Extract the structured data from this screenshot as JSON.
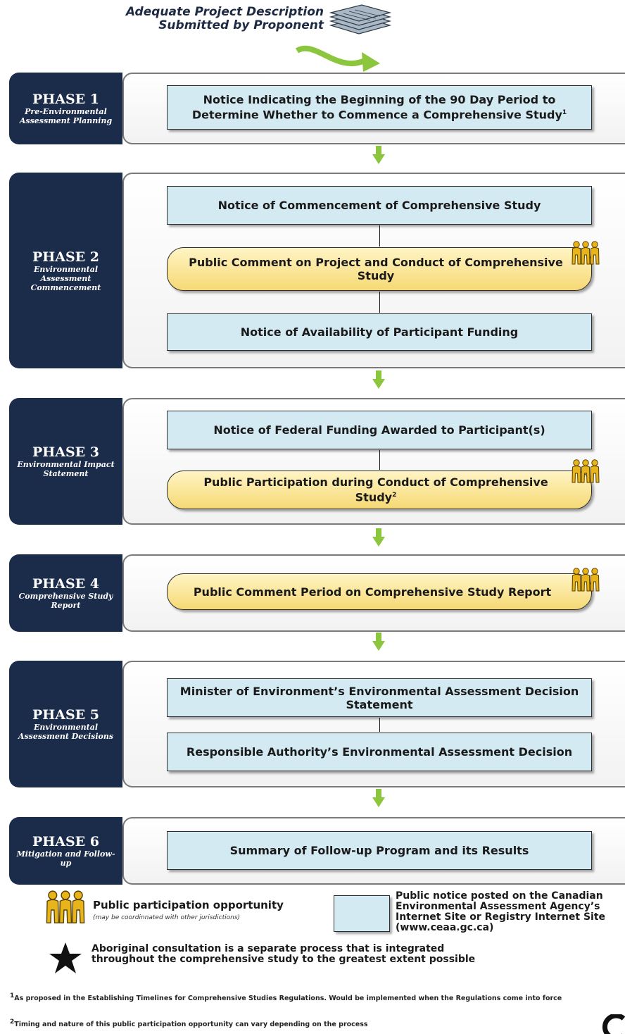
{
  "top_label": {
    "line1": "Adequate Project Description",
    "line2": "Submitted by Proponent",
    "icon": "document-stack-icon"
  },
  "phases": [
    {
      "title": "PHASE 1",
      "subtitle": "Pre-Environmental Assessment Planning"
    },
    {
      "title": "PHASE 2",
      "subtitle": "Environmental Assessment Commencement"
    },
    {
      "title": "PHASE 3",
      "subtitle": "Environmental Impact Statement"
    },
    {
      "title": "PHASE 4",
      "subtitle": "Comprehensive Study Report"
    },
    {
      "title": "PHASE 5",
      "subtitle": "Environmental Assessment Decisions"
    },
    {
      "title": "PHASE 6",
      "subtitle": "Mitigation and Follow-up"
    }
  ],
  "steps": {
    "p1_notice": "Notice Indicating the Beginning of the 90 Day Period to Determine Whether to Commence a Comprehensive Study",
    "p1_notice_sup": "1",
    "p2_notice_commencement": "Notice of Commencement of Comprehensive Study",
    "p2_public_comment": "Public Comment on Project and Conduct of Comprehensive Study",
    "p2_notice_funding": "Notice of Availability of Participant Funding",
    "p3_notice_federal": "Notice of Federal Funding Awarded to Participant(s)",
    "p3_public_participation": "Public Participation during Conduct of Comprehensive Study",
    "p3_public_participation_sup": "2",
    "p4_public_comment": "Public Comment Period on Comprehensive Study Report",
    "p5_minister": "Minister of Environment’s Environmental Assessment Decision Statement",
    "p5_authority": "Responsible Authority’s Environmental Assessment Decision",
    "p6_summary": "Summary of Follow-up Program and its Results"
  },
  "legend": {
    "public_participation": "Public participation opportunity",
    "public_participation_note": "(may be coordinnated with other jurisdictions)",
    "public_notice": "Public notice posted on the Canadian Environmental Assessment Agency’s Internet Site or Registry Internet Site (www.ceaa.gc.ca)",
    "aboriginal": "Aboriginal consultation is a separate process that is integrated throughout the comprehensive study to the greatest extent possible"
  },
  "footnotes": {
    "fn1_mark": "1",
    "fn1": "As proposed in the Establishing Timelines for Comprehensive Studies Regulations. Would be implemented when the Regulations come into force",
    "fn2_mark": "2",
    "fn2": "Timing and nature of this public participation opportunity can vary depending on the process"
  },
  "colors": {
    "phase_label_bg": "#1b2b4a",
    "notice_bg": "#d4eaf3",
    "public_bg": "#f6d975",
    "arrow_green": "#8cc63f",
    "people_yellow": "#e8b41c"
  }
}
